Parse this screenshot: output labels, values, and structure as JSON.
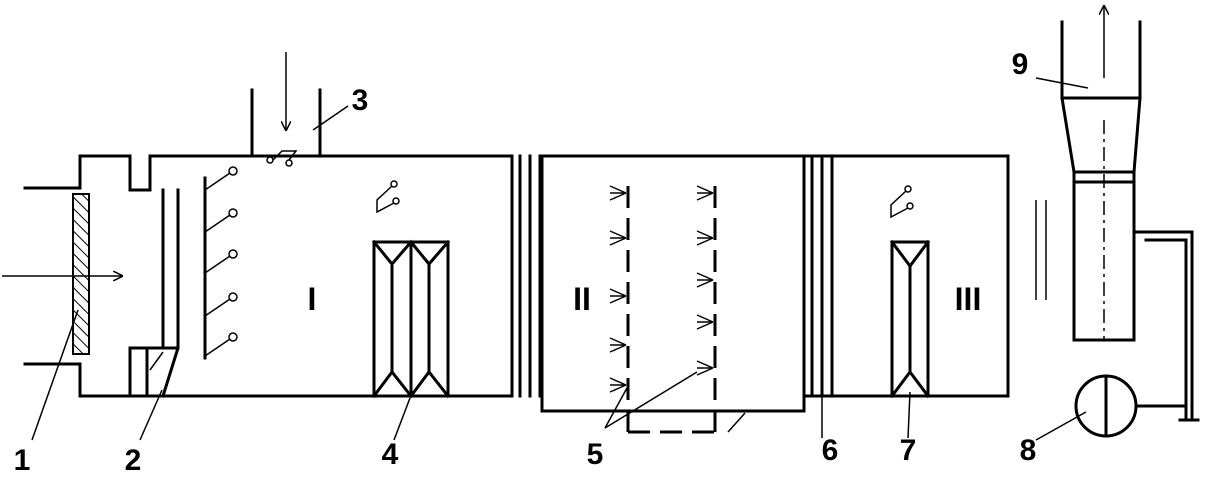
{
  "diagram": {
    "section_labels": [
      "I",
      "II",
      "III"
    ],
    "callouts": [
      "1",
      "2",
      "3",
      "4",
      "5",
      "6",
      "7",
      "8",
      "9"
    ]
  }
}
